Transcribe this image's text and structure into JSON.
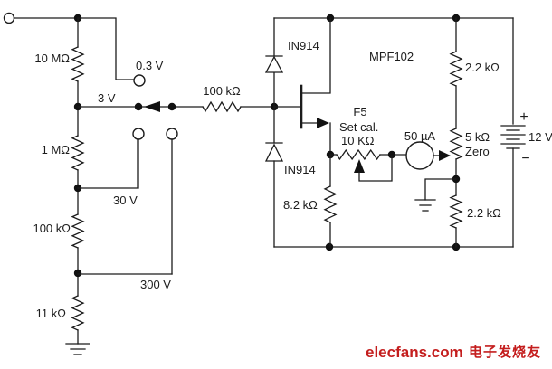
{
  "schematic": {
    "range_divider": {
      "r_10m": "10 MΩ",
      "r_1m": "1 MΩ",
      "r_100k": "100 kΩ",
      "r_11k": "11 kΩ",
      "tap_0_3v": "0.3 V",
      "tap_3v": "3 V",
      "tap_30v": "30 V",
      "tap_300v": "300 V"
    },
    "input_network": {
      "series_resistor": "100 kΩ",
      "diode_upper": "IN914",
      "diode_lower": "IN914"
    },
    "transistor": "MPF102",
    "source_resistor": "8.2 kΩ",
    "calibration_pot": {
      "designator": "F5",
      "function": "Set cal.",
      "value": "10 KΩ"
    },
    "meter": "50 µA",
    "zero_pot": {
      "value": "5 kΩ",
      "function": "Zero"
    },
    "drain_resistor": "2.2 kΩ",
    "bias_resistor": "2.2 kΩ",
    "battery": {
      "value": "12 V",
      "positive": "+",
      "negative": "−"
    },
    "watermark": {
      "site": "elecfans.com",
      "tagline": "电子发烧友"
    },
    "colors": {
      "ink": "#1c1c1c",
      "watermark": "#c41e1e",
      "background": "#ffffff"
    }
  }
}
